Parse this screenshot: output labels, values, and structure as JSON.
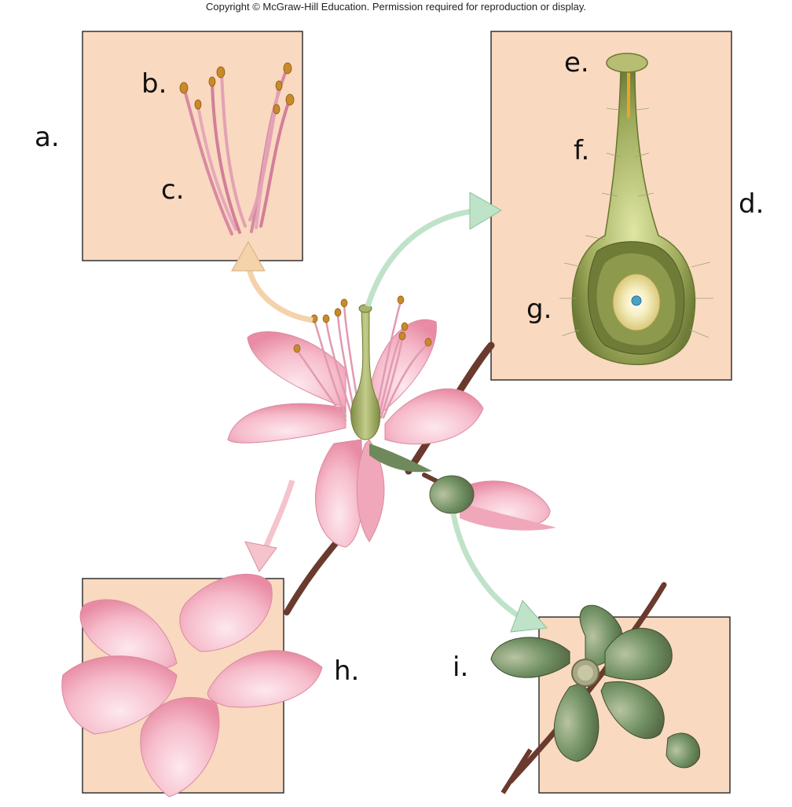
{
  "copyright": "Copyright © McGraw-Hill Education. Permission required for reproduction or display.",
  "labels": {
    "a": "a.",
    "b": "b.",
    "c": "c.",
    "d": "d.",
    "e": "e.",
    "f": "f.",
    "g": "g.",
    "h": "h.",
    "i": "i."
  },
  "colors": {
    "panel_fill": "#f9d9c0",
    "panel_stroke": "#333333",
    "petal_pink": "#f4b5c4",
    "pistil_green": "#a3b06a",
    "sepal_green": "#6e8a5c",
    "branch_brown": "#6b3a2e",
    "anther_gold": "#c88a2a",
    "filament_pink": "#d88aa2",
    "arrow_peach": "#f4d2aa",
    "arrow_mint": "#bfe3c8",
    "arrow_pink": "#f4c3cb"
  }
}
